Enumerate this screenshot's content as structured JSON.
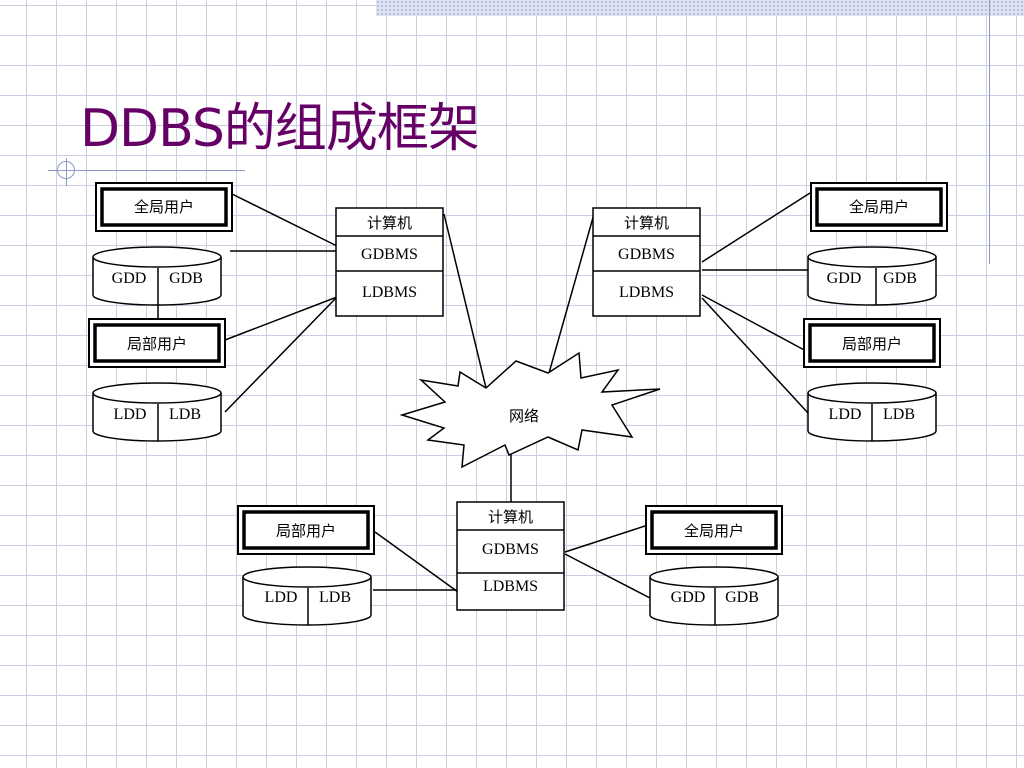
{
  "slide": {
    "title": "DDBS的组成框架"
  },
  "diagram": {
    "network_label": "网络",
    "site_top_left": {
      "computer": {
        "header": "计算机",
        "gdbms": "GDBMS",
        "ldbms": "LDBMS"
      },
      "global_user": "全局用户",
      "local_user": "局部用户",
      "global_db": {
        "left": "GDD",
        "right": "GDB"
      },
      "local_db": {
        "left": "LDD",
        "right": "LDB"
      }
    },
    "site_top_right": {
      "computer": {
        "header": "计算机",
        "gdbms": "GDBMS",
        "ldbms": "LDBMS"
      },
      "global_user": "全局用户",
      "local_user": "局部用户",
      "global_db": {
        "left": "GDD",
        "right": "GDB"
      },
      "local_db": {
        "left": "LDD",
        "right": "LDB"
      }
    },
    "site_bottom": {
      "computer": {
        "header": "计算机",
        "gdbms": "GDBMS",
        "ldbms": "LDBMS"
      },
      "global_user": "全局用户",
      "local_user": "局部用户",
      "global_db": {
        "left": "GDD",
        "right": "GDB"
      },
      "local_db": {
        "left": "LDD",
        "right": "LDB"
      }
    }
  }
}
